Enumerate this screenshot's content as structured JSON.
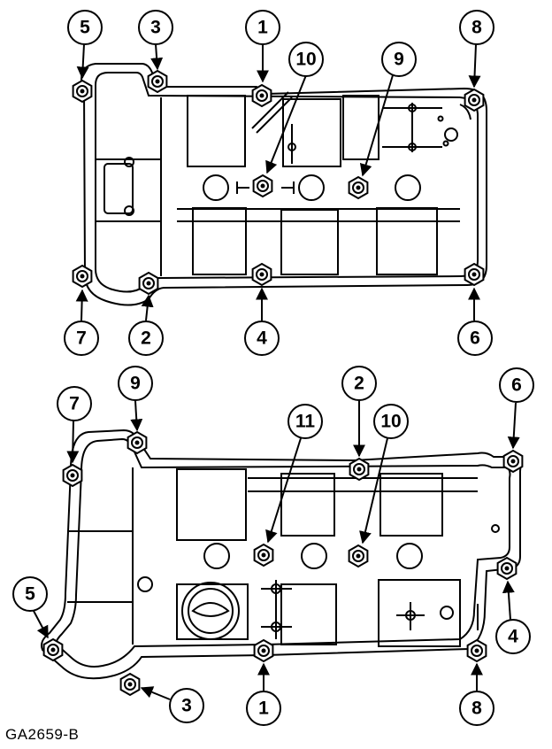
{
  "figure_id": "GA2659-B",
  "callouts": {
    "top": {
      "c1": "1",
      "c2": "2",
      "c3": "3",
      "c4": "4",
      "c5": "5",
      "c6": "6",
      "c7": "7",
      "c8": "8",
      "c9": "9",
      "c10": "10"
    },
    "bottom": {
      "c1": "1",
      "c2": "2",
      "c3": "3",
      "c4": "4",
      "c5": "5",
      "c6": "6",
      "c7": "7",
      "c8": "8",
      "c9": "9",
      "c10": "10",
      "c11": "11"
    }
  }
}
